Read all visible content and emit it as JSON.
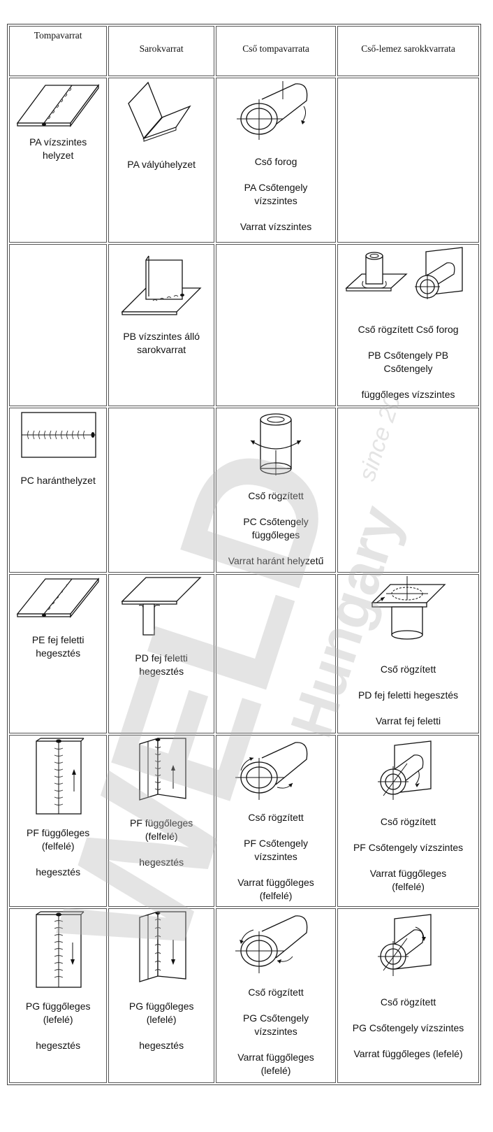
{
  "headers": [
    "Tompavarrat",
    "Sarokvarrat",
    "Cső tompavarrata",
    "Cső-lemez sarokkvarrata"
  ],
  "rows": [
    {
      "c1": [
        "PA vízszintes helyzet"
      ],
      "c2": [
        "PA vályúhelyzet"
      ],
      "c3": [
        "Cső forog",
        "PA Csőtengely vízszintes",
        "Varrat vízszintes"
      ],
      "c4": []
    },
    {
      "c1": [],
      "c2": [
        "PB vízszintes álló sarokvarrat"
      ],
      "c3": [],
      "c4": [
        "Cső rögzített Cső forog",
        "PB Csőtengely PB Csőtengely",
        "függőleges vízszintes"
      ]
    },
    {
      "c1": [
        "PC haránthelyzet"
      ],
      "c2": [],
      "c3": [
        "Cső rögzített",
        "PC Csőtengely függőleges",
        "Varrat haránt helyzetű"
      ],
      "c4": []
    },
    {
      "c1": [
        "PE fej feletti hegesztés"
      ],
      "c2": [
        "PD fej feletti hegesztés"
      ],
      "c3": [],
      "c4": [
        "Cső rögzített",
        "PD fej feletti hegesztés",
        "Varrat fej feletti"
      ]
    },
    {
      "c1": [
        "PF függőleges (felfelé)",
        "hegesztés"
      ],
      "c2": [
        "PF függőleges (felfelé)",
        "hegesztés"
      ],
      "c3": [
        "Cső rögzített",
        "PF Csőtengely vízszintes",
        "Varrat függőleges (felfelé)"
      ],
      "c4": [
        "Cső rögzített",
        "PF Csőtengely vízszintes",
        "Varrat függőleges (felfelé)"
      ]
    },
    {
      "c1": [
        "PG függőleges (lefelé)",
        "hegesztés"
      ],
      "c2": [
        "PG függőleges (lefelé)",
        "hegesztés"
      ],
      "c3": [
        "Cső rögzített",
        "PG Csőtengely vízszintes",
        "Varrat függőleges (lefelé)"
      ],
      "c4": [
        "Cső rögzített",
        "PG Csőtengely vízszintes",
        "Varrat függőleges (lefelé)"
      ]
    }
  ],
  "watermark": {
    "brand": "WELD",
    "country": "Hungary",
    "since": "since 20",
    "color": "#d9d9d9"
  }
}
